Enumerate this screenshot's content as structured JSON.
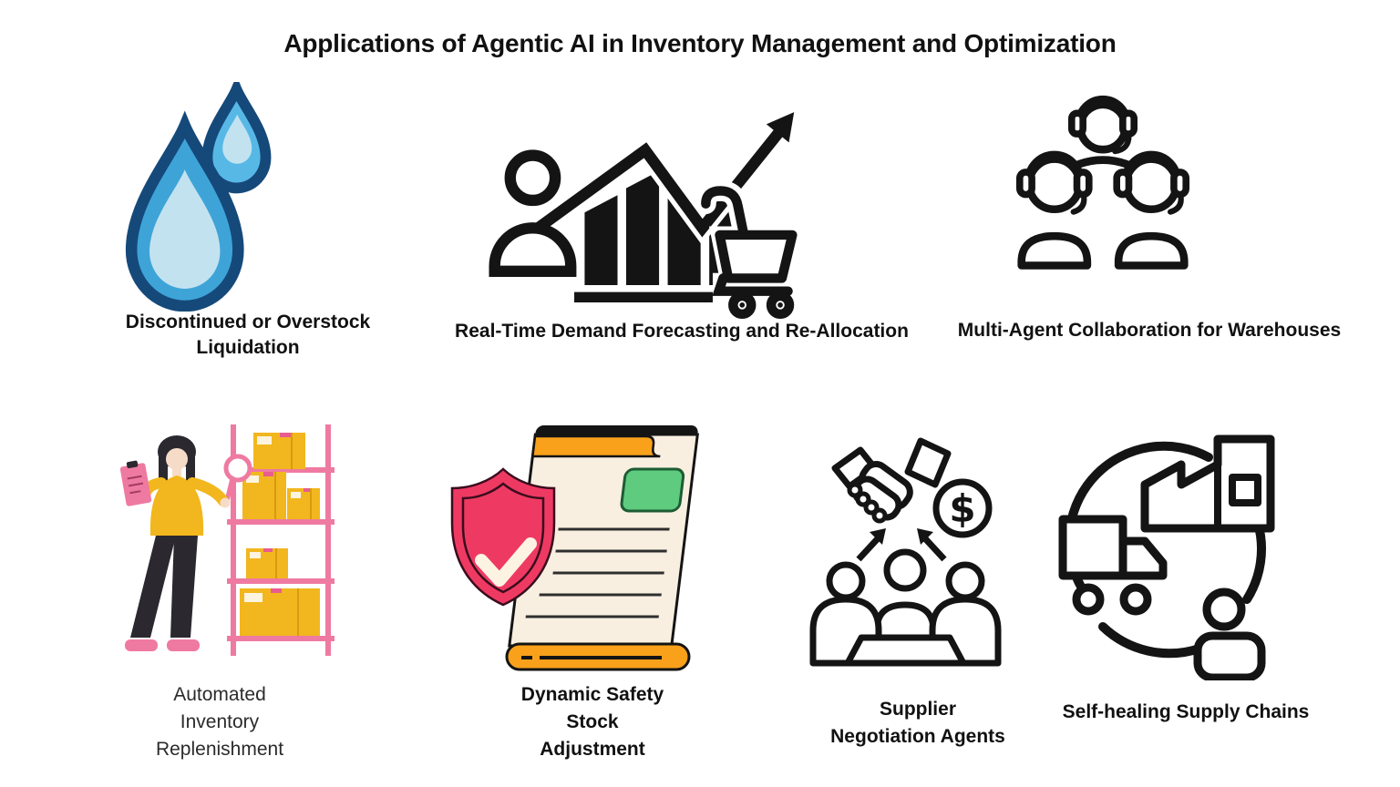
{
  "title": "Applications of Agentic AI in Inventory Management and Optimization",
  "items": [
    {
      "name": "discontinued-overstock-liquidation",
      "icon": "water-drops-icon",
      "lines": [
        "Discontinued or Overstock",
        "Liquidation"
      ]
    },
    {
      "name": "real-time-demand-forecasting",
      "icon": "demand-chart-cart-icon",
      "lines": [
        "Real-Time Demand Forecasting and Re-Allocation"
      ]
    },
    {
      "name": "multi-agent-collaboration",
      "icon": "headset-team-icon",
      "lines": [
        "Multi-Agent Collaboration for Warehouses"
      ]
    },
    {
      "name": "automated-inventory-replenishment",
      "icon": "inventory-check-woman-shelf-icon",
      "lines": [
        "Automated",
        "Inventory",
        "Replenishment"
      ]
    },
    {
      "name": "dynamic-safety-stock-adjustment",
      "icon": "shield-document-icon",
      "lines": [
        "Dynamic Safety",
        "Stock",
        "Adjustment"
      ]
    },
    {
      "name": "supplier-negotiation-agents",
      "icon": "handshake-deal-icon",
      "lines": [
        "Supplier",
        "Negotiation Agents"
      ]
    },
    {
      "name": "self-healing-supply-chains",
      "icon": "circular-supply-chain-icon",
      "lines": [
        "Self-healing Supply Chains"
      ]
    }
  ],
  "icon_glyphs": {
    "dollar": "$"
  },
  "palette": {
    "ink": "#141414",
    "navy": "#15497a",
    "blue": "#3ea4d8",
    "sky_blue": "#57b8e6",
    "pale_blue": "#c3e2f0",
    "pink": "#ef7aa1",
    "crimson": "#ee3a62",
    "yellow": "#f2b71e",
    "orange": "#f9a11b",
    "cream": "#f8efe0",
    "green": "#5ecb7e",
    "green_dark": "#1d5c33",
    "skin": "#f6dcc8",
    "hair": "#2b2830",
    "tape_pink": "#e85c8f",
    "fold": "#d89a12",
    "label_cream": "#fdf4e0",
    "check_cream": "#fdf3e3",
    "shield_dark": "#3a0d1e",
    "line_gray": "#2f2f2f"
  }
}
